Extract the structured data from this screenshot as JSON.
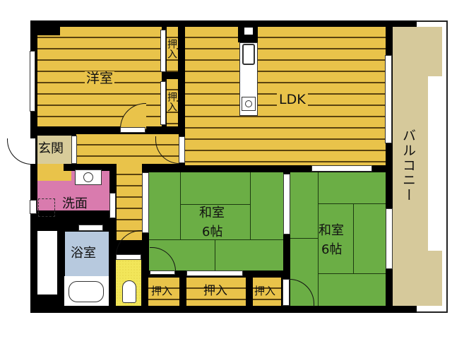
{
  "floorplan": {
    "rooms": {
      "western_room": {
        "label": "洋室"
      },
      "ldk": {
        "label": "LDK"
      },
      "entrance": {
        "label": "玄関"
      },
      "washroom": {
        "label": "洗面"
      },
      "bathroom": {
        "label": "浴室"
      },
      "japanese_room_1": {
        "label": "和室",
        "size": "6帖"
      },
      "japanese_room_2": {
        "label": "和室",
        "size": "6帖"
      },
      "balcony": {
        "label": "バルコニー"
      }
    },
    "closets": [
      {
        "label": "押入"
      },
      {
        "label": "押入"
      },
      {
        "label": "押入"
      },
      {
        "label": "押入"
      },
      {
        "label": "押入"
      }
    ],
    "colors": {
      "wall": "#000000",
      "wood_floor": "#E9C34A",
      "tatami": "#6BAE45",
      "washroom": "#D97BAE",
      "bathroom": "#B7C9DE",
      "toilet": "#F2E65A",
      "entrance": "#D8CC9A",
      "balcony": "#D6C99B"
    }
  }
}
